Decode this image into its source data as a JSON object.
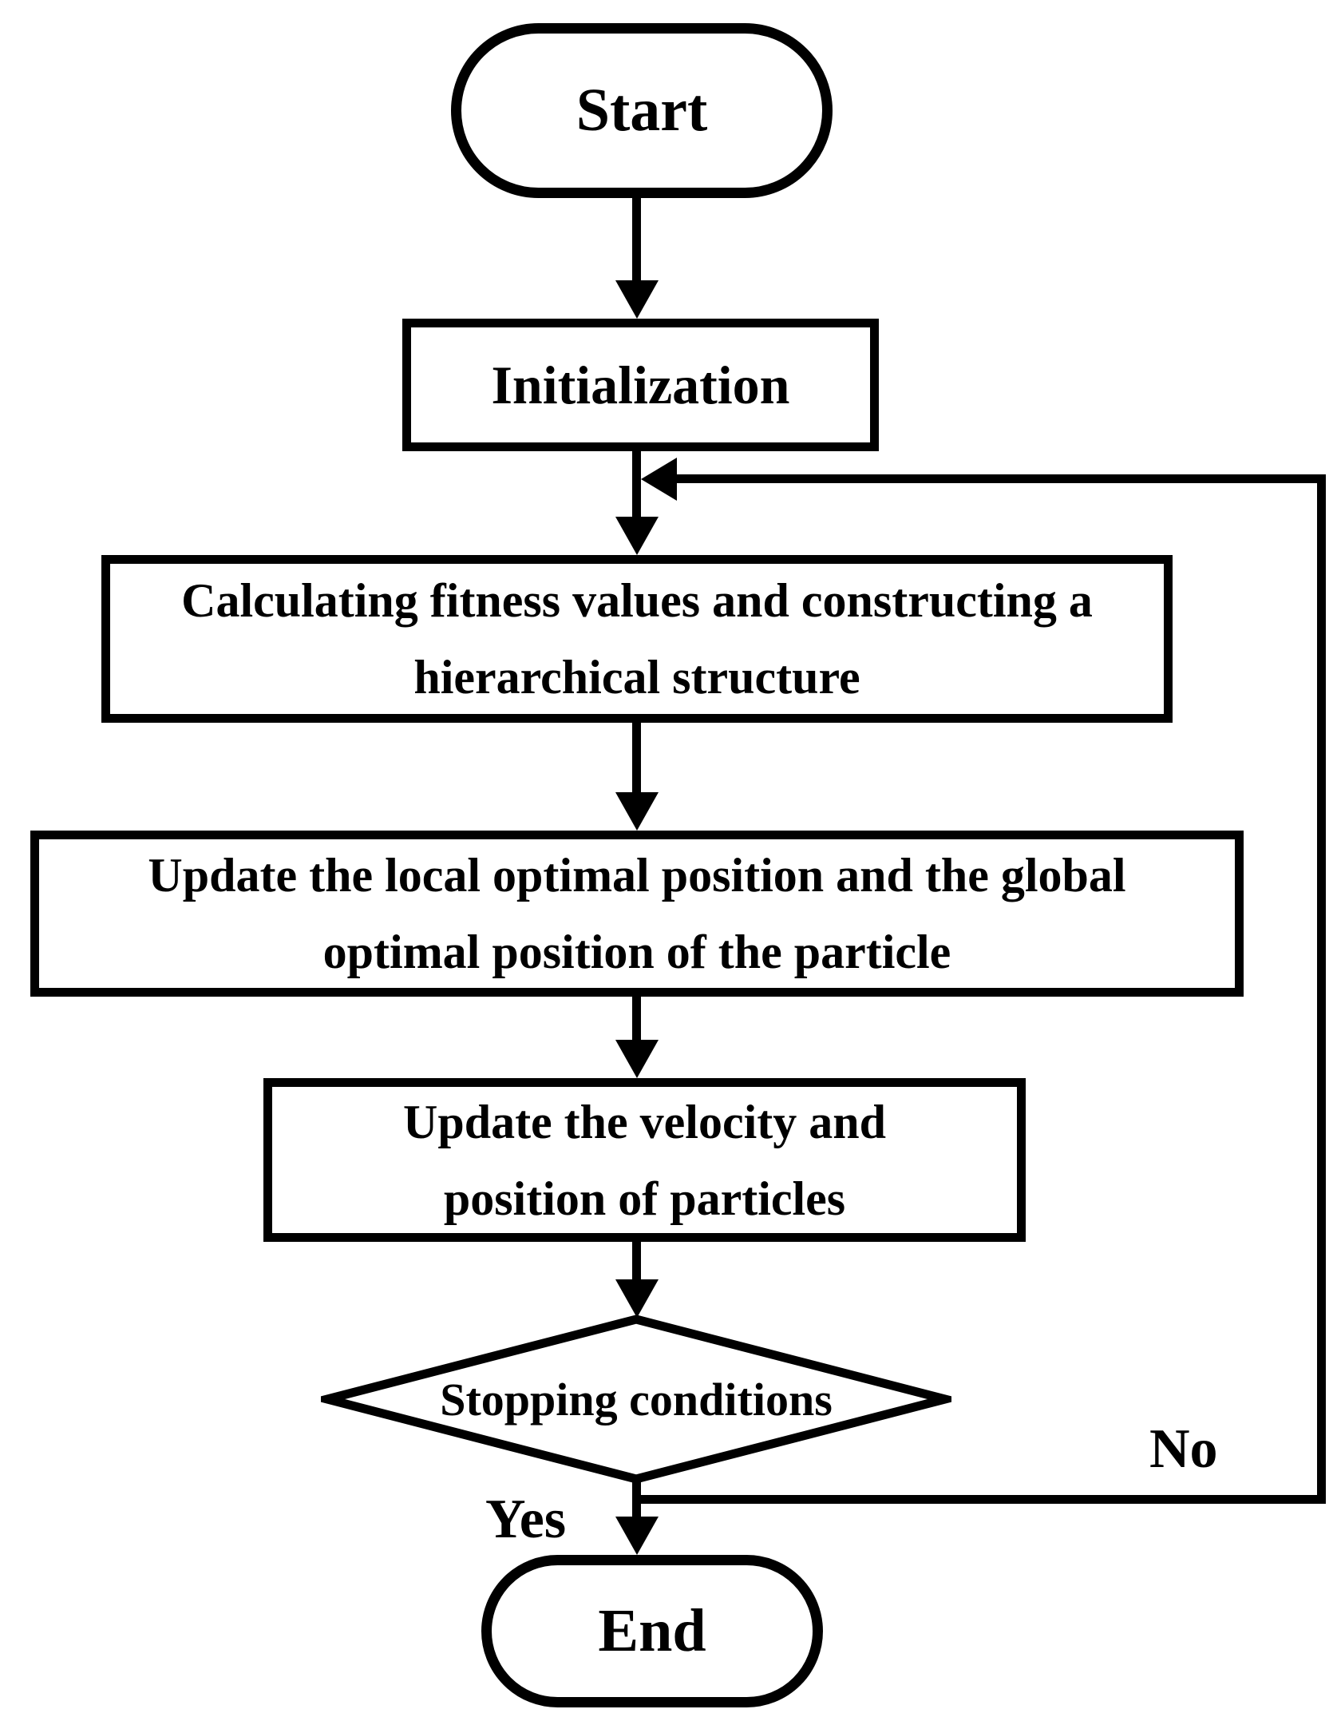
{
  "diagram": {
    "type": "flowchart",
    "colors": {
      "background": "#ffffff",
      "stroke": "#000000",
      "text": "#000000"
    },
    "nodes": {
      "start": {
        "shape": "terminator",
        "label": "Start"
      },
      "initialization": {
        "shape": "process",
        "label": "Initialization"
      },
      "fitness": {
        "shape": "process",
        "label": "Calculating fitness values and constructing a\nhierarchical structure"
      },
      "update_optimal": {
        "shape": "process",
        "label": "Update the local optimal position and the global\noptimal position of the particle"
      },
      "update_velocity": {
        "shape": "process",
        "label": "Update the velocity and\nposition of particles"
      },
      "decision": {
        "shape": "decision",
        "label": "Stopping conditions"
      },
      "end": {
        "shape": "terminator",
        "label": "End"
      }
    },
    "edge_labels": {
      "yes": "Yes",
      "no": "No"
    }
  }
}
